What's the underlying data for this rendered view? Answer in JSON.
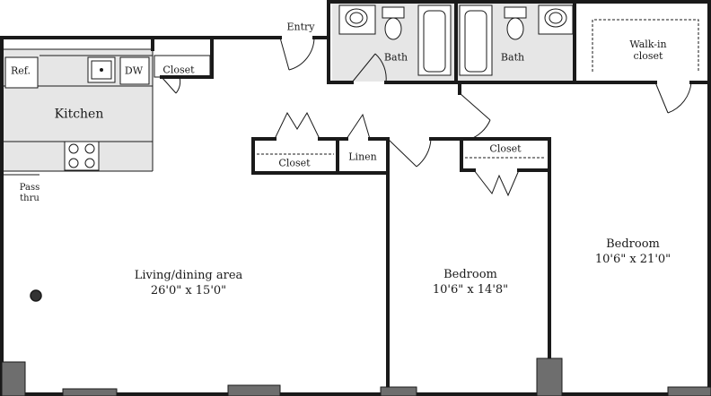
{
  "rooms": {
    "entry": "Entry",
    "bath_left": "Bath",
    "bath_right": "Bath",
    "walk_in_closet": "Walk-in\ncloset",
    "closet_kitchen": "Closet",
    "refrigerator": "Ref.",
    "dishwasher": "DW",
    "kitchen": "Kitchen",
    "pass_thru": "Pass\nthru",
    "hall_closet": "Closet",
    "linen": "Linen",
    "bedroom_closet": "Closet",
    "living_name": "Living/dining area",
    "living_dims": "26'0\" x 15'0\"",
    "bedroom1_name": "Bedroom",
    "bedroom1_dims": "10'6\" x 14'8\"",
    "bedroom2_name": "Bedroom",
    "bedroom2_dims": "10'6\" x 21'0\""
  },
  "colors": {
    "wall": "#1a1a1a",
    "shaded": "#e6e6e6",
    "column": "#6e6e6e",
    "background": "#ffffff"
  }
}
